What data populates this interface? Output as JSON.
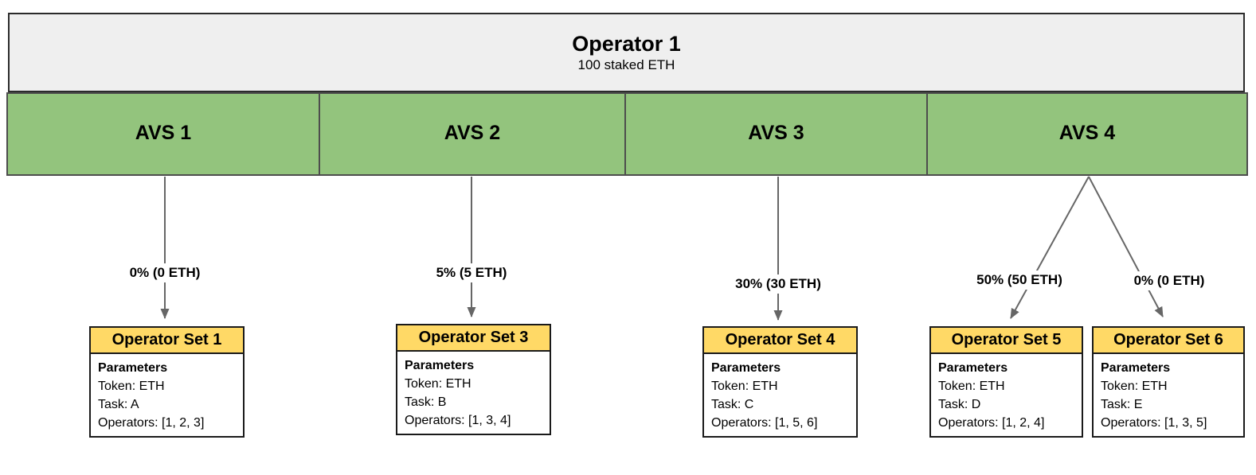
{
  "operator": {
    "title": "Operator 1",
    "subtitle": "100 staked ETH"
  },
  "avs_blocks": [
    {
      "label": "AVS 1"
    },
    {
      "label": "AVS 2"
    },
    {
      "label": "AVS 3"
    },
    {
      "label": "AVS 4"
    }
  ],
  "allocations": [
    {
      "from": "AVS 1",
      "label": "0% (0 ETH)",
      "to": "Operator Set 1"
    },
    {
      "from": "AVS 2",
      "label": "5% (5 ETH)",
      "to": "Operator Set 3"
    },
    {
      "from": "AVS 3",
      "label": "30% (30 ETH)",
      "to": "Operator Set 4"
    },
    {
      "from": "AVS 4",
      "label": "50% (50 ETH)",
      "to": "Operator Set 5"
    },
    {
      "from": "AVS 4",
      "label": "0% (0 ETH)",
      "to": "Operator Set 6"
    }
  ],
  "operator_sets": [
    {
      "title": "Operator Set 1",
      "params_heading": "Parameters",
      "token": "Token: ETH",
      "task": "Task: A",
      "operators": "Operators: [1, 2, 3]"
    },
    {
      "title": "Operator Set 3",
      "params_heading": "Parameters",
      "token": "Token: ETH",
      "task": "Task: B",
      "operators": "Operators: [1, 3, 4]"
    },
    {
      "title": "Operator Set 4",
      "params_heading": "Parameters",
      "token": "Token: ETH",
      "task": "Task: C",
      "operators": "Operators: [1, 5, 6]"
    },
    {
      "title": "Operator Set 5",
      "params_heading": "Parameters",
      "token": "Token: ETH",
      "task": "Task: D",
      "operators": "Operators: [1, 2, 4]"
    },
    {
      "title": "Operator Set 6",
      "params_heading": "Parameters",
      "token": "Token: ETH",
      "task": "Task: E",
      "operators": "Operators: [1, 3, 5]"
    }
  ],
  "colors": {
    "avs_green": "#93C47D",
    "set_header_yellow": "#FFD966",
    "operator_gray": "#EFEFEF",
    "arrow_gray": "#666666"
  }
}
